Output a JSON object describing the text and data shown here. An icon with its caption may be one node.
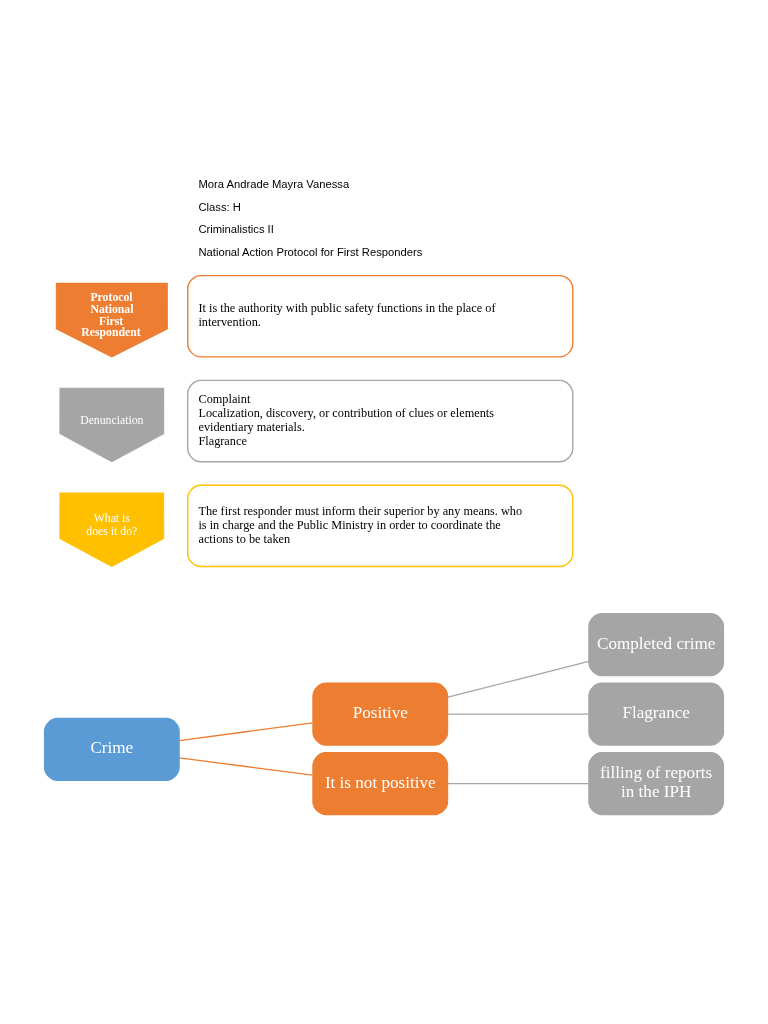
{
  "diagram": {
    "nodes": [
      {
        "text": [
          "Protocol National First Respondent"
        ]
      },
      {
        "text": [
          "It is the authority with public safety functions in the place of intervention."
        ]
      },
      {
        "text": [
          "Denunciation"
        ]
      },
      {
        "text": [
          "Complaint",
          "Localization, discovery, or contribution of clues or elements evidentiary materials.",
          "Flagrance"
        ]
      },
      {
        "text": [
          "What is does it do?"
        ]
      },
      {
        "text": [
          "The first responder must inform their superior by any means. who is in charge and the Public Ministry in order to coordinate the actions to be taken"
        ]
      },
      {
        "text": [
          "Crime"
        ]
      },
      {
        "text": [
          "Positive"
        ]
      },
      {
        "text": [
          "It is not positive"
        ]
      },
      {
        "text": [
          "Completed crime"
        ]
      },
      {
        "text": [
          "Flagrance"
        ]
      },
      {
        "text": [
          "filling of reports in the IPH"
        ]
      }
    ],
    "edges": [
      {
        "from": 6,
        "to": 7,
        "arrow": "none",
        "color": "#ed7d31"
      },
      {
        "from": 6,
        "to": 8,
        "arrow": "none",
        "color": "#ed7d31"
      },
      {
        "from": 7,
        "to": 9,
        "arrow": "none"
      },
      {
        "from": 7,
        "to": 10,
        "arrow": "none"
      },
      {
        "from": 8,
        "to": 11,
        "arrow": "none"
      }
    ],
    "labels": [
      "Mora Andrade Mayra Vanessa",
      "Class: H",
      "Criminalistics II",
      "National Action Protocol for First Responders"
    ]
  }
}
